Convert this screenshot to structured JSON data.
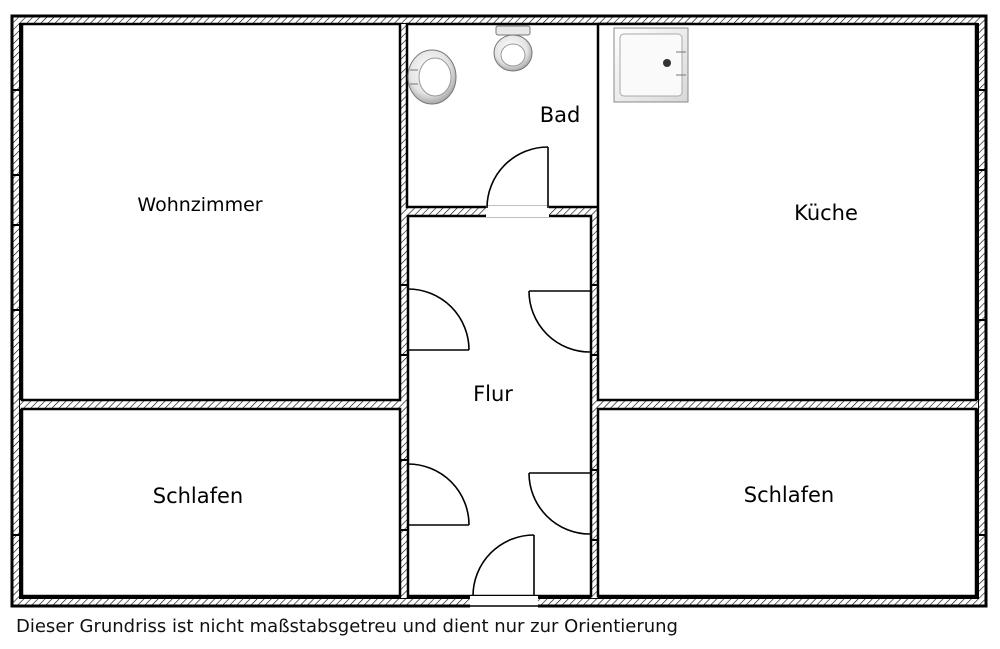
{
  "plan": {
    "rooms": {
      "wohnzimmer": "Wohnzimmer",
      "bad": "Bad",
      "kueche": "Küche",
      "flur": "Flur",
      "schlafen_left": "Schlafen",
      "schlafen_right": "Schlafen"
    },
    "fixtures": [
      "sink-icon",
      "toilet-icon",
      "shower-tray-icon"
    ]
  },
  "footnote": "Dieser Grundriss ist nicht maßstabsgetreu und dient nur zur Orientierung",
  "colors": {
    "wall": "#000000",
    "background": "#ffffff"
  }
}
